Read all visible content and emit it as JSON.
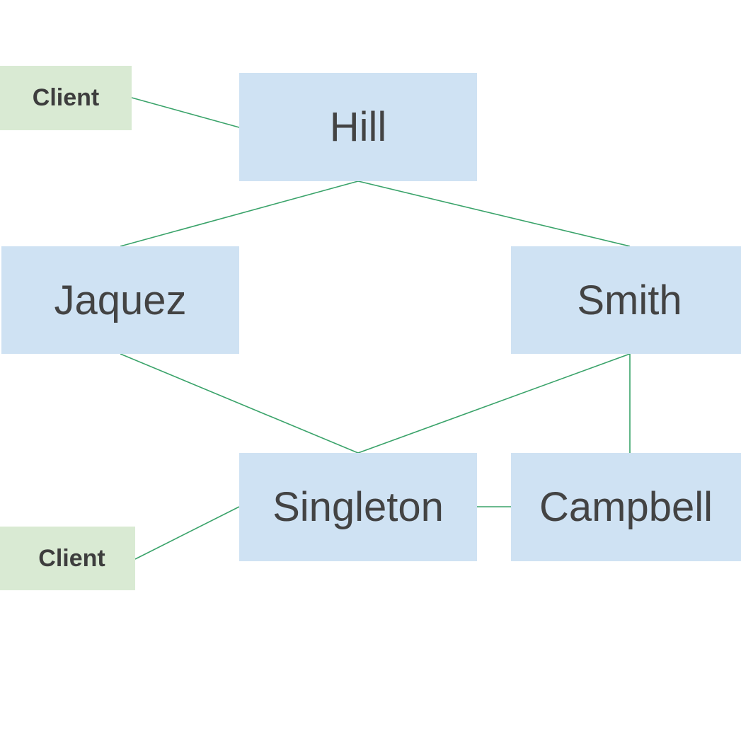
{
  "diagram": {
    "line_color": "#3aa36a",
    "person_fill": "#cfe2f3",
    "client_fill": "#d9ead3",
    "nodes": {
      "client_top": "Client",
      "hill": "Hill",
      "jaquez": "Jaquez",
      "smith": "Smith",
      "singleton": "Singleton",
      "campbell": "Campbell",
      "client_bottom": "Client"
    },
    "edges": [
      [
        "client_top",
        "hill"
      ],
      [
        "hill",
        "jaquez"
      ],
      [
        "hill",
        "smith"
      ],
      [
        "jaquez",
        "singleton"
      ],
      [
        "smith",
        "singleton"
      ],
      [
        "smith",
        "campbell"
      ],
      [
        "singleton",
        "campbell"
      ],
      [
        "client_bottom",
        "singleton"
      ]
    ]
  }
}
